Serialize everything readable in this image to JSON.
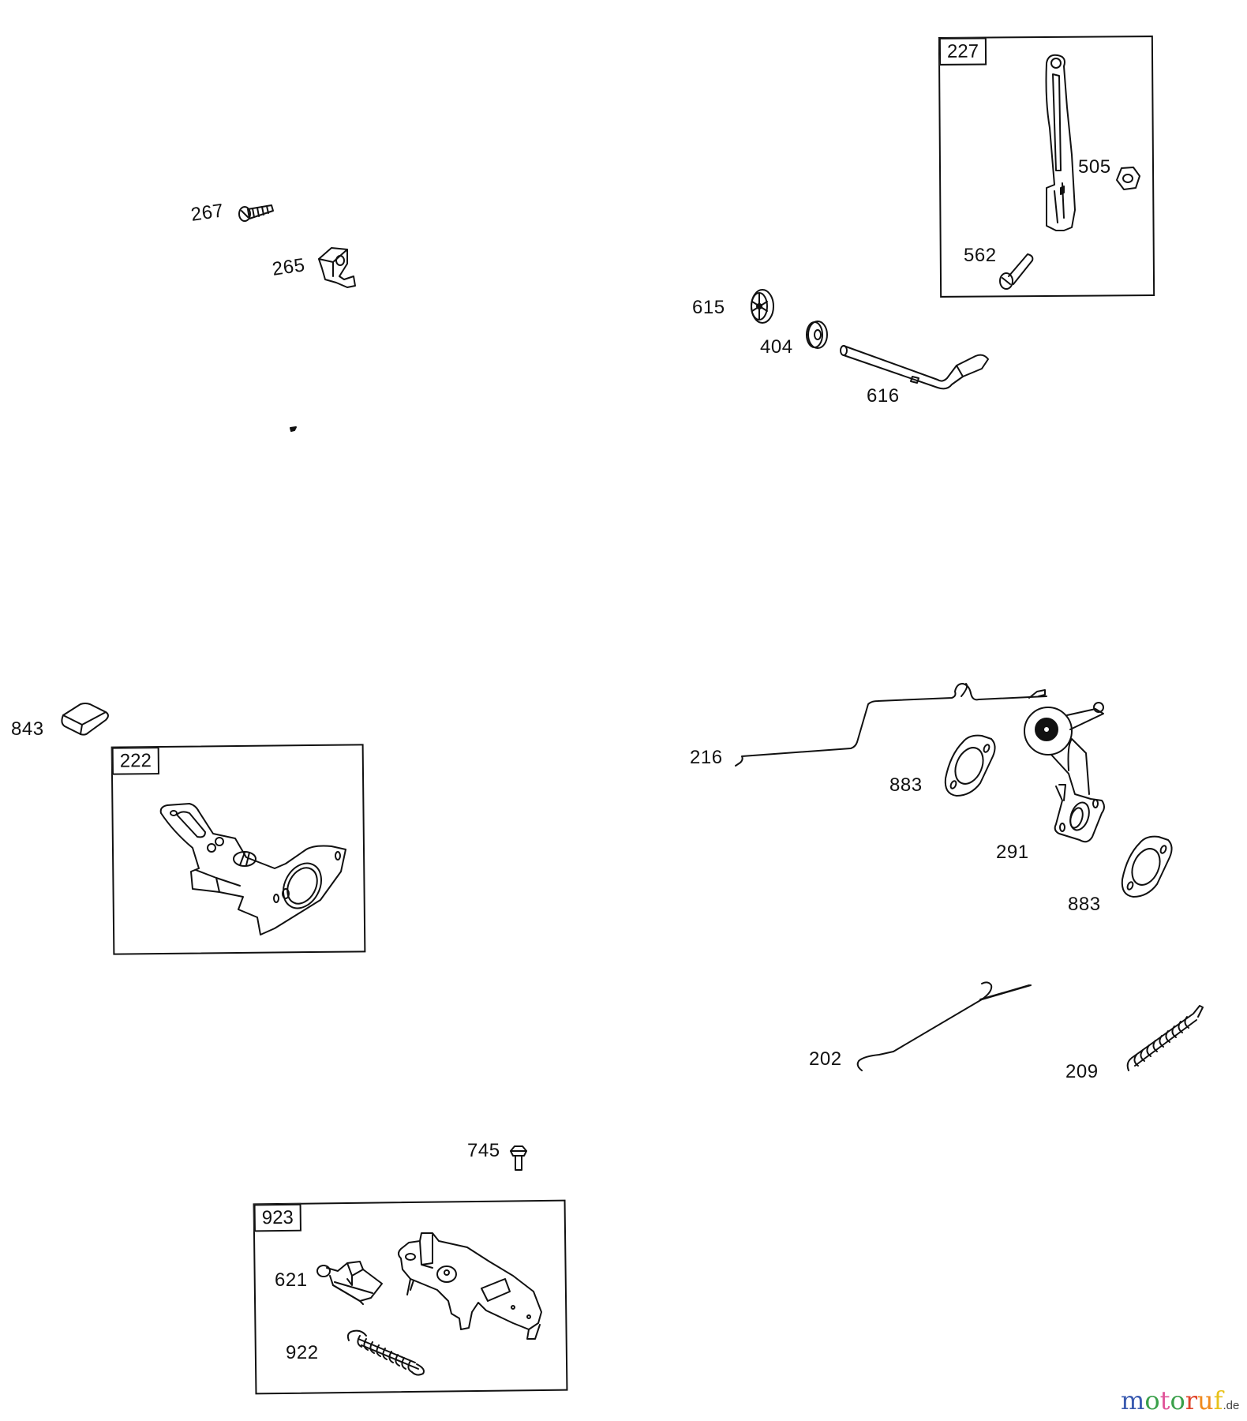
{
  "diagram": {
    "title": "Engine parts exploded view",
    "parts": {
      "p267": "267",
      "p265": "265",
      "p227": "227",
      "p505": "505",
      "p562": "562",
      "p615": "615",
      "p404": "404",
      "p616": "616",
      "p843": "843",
      "p222": "222",
      "p216": "216",
      "p883a": "883",
      "p883b": "883",
      "p291": "291",
      "p202": "202",
      "p209": "209",
      "p745": "745",
      "p923": "923",
      "p621": "621",
      "p922": "922"
    },
    "kits": [
      "227",
      "222",
      "923"
    ]
  },
  "watermark": {
    "letters": [
      {
        "ch": "m",
        "color": "#3b5bb0"
      },
      {
        "ch": "o",
        "color": "#3aa04a"
      },
      {
        "ch": "t",
        "color": "#e0559a"
      },
      {
        "ch": "o",
        "color": "#3aa04a"
      },
      {
        "ch": "r",
        "color": "#e0452c"
      },
      {
        "ch": "u",
        "color": "#f08a1e"
      },
      {
        "ch": "f",
        "color": "#e8c21a"
      }
    ],
    "text": "motoruf",
    "suffix": ".de"
  }
}
